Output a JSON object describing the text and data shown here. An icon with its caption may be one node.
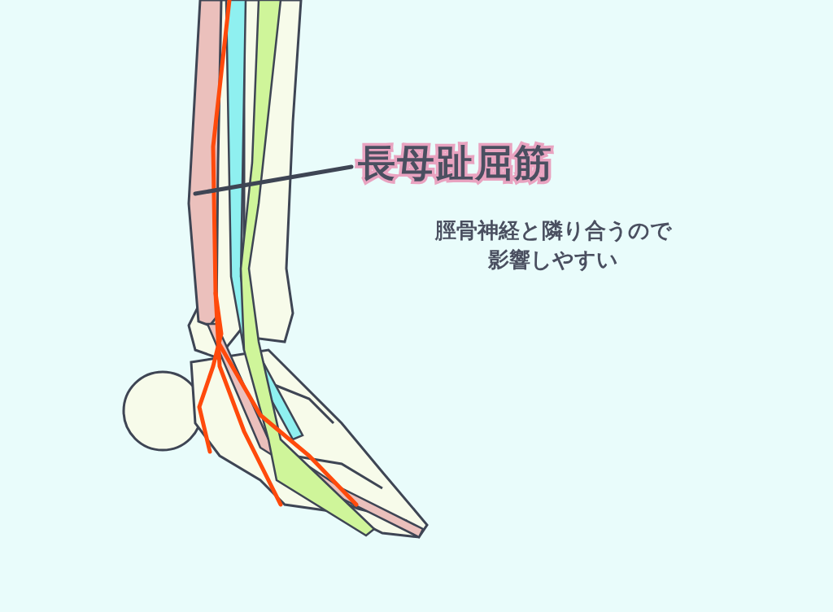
{
  "diagram": {
    "nodes": [
      {
        "text": [
          "長母趾屈筋"
        ]
      },
      {
        "text": [],
        "shape": "picture"
      }
    ],
    "edges": [
      {
        "from": 0,
        "to": 1,
        "arrow": "none"
      }
    ],
    "labels": [
      "脛骨神経と隣り合うので影響しやすい"
    ]
  }
}
